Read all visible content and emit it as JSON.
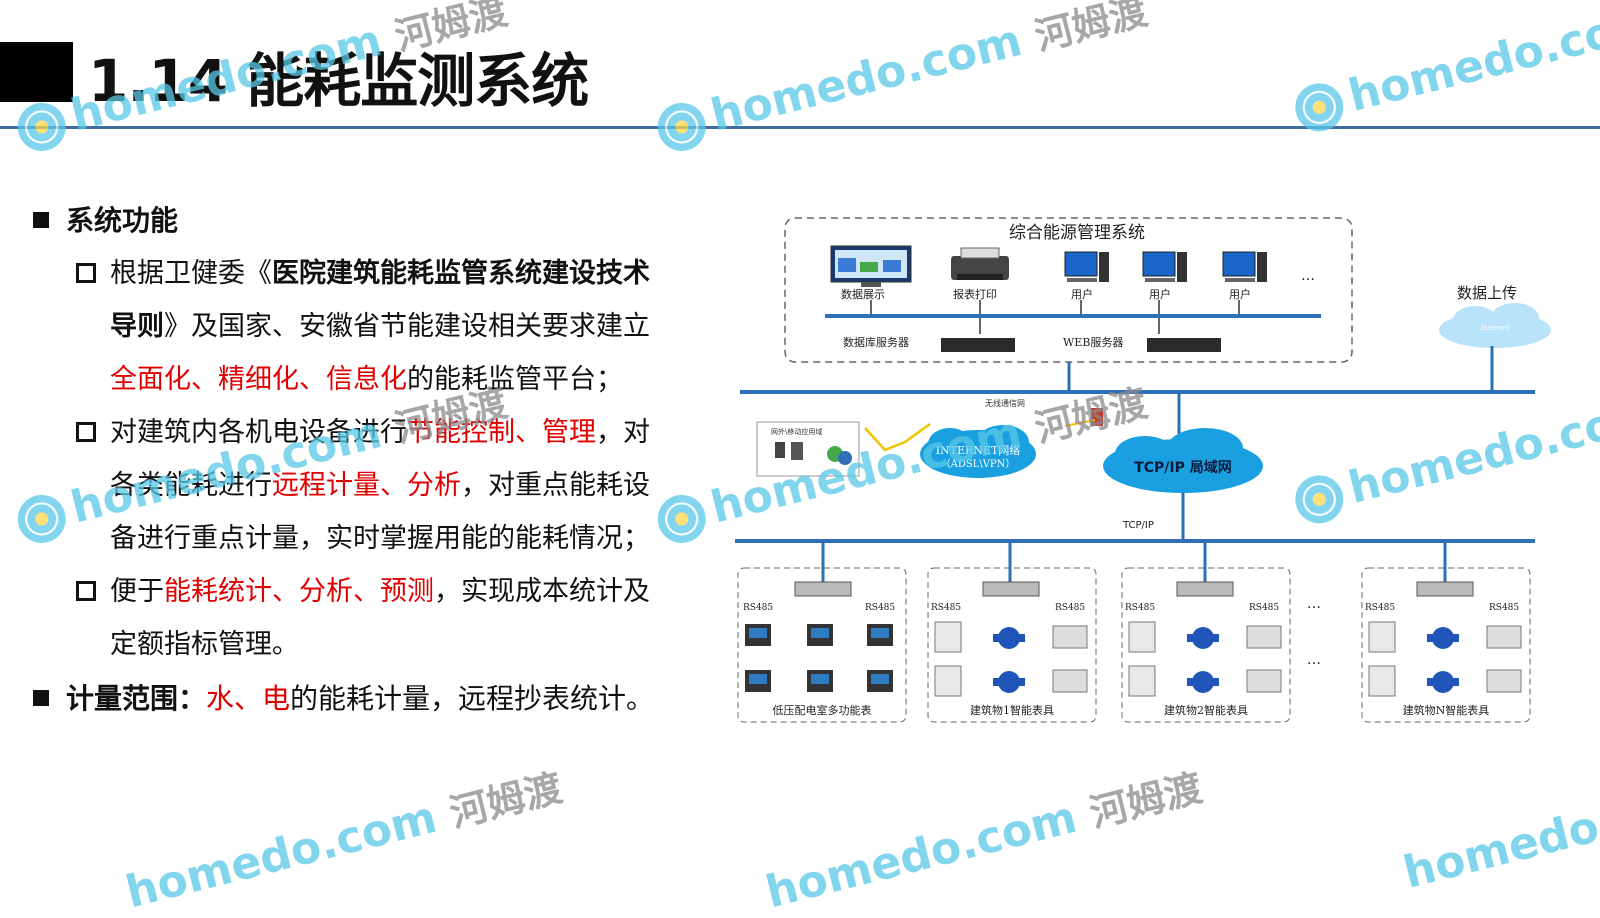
{
  "header": {
    "title": "1.14 能耗监测系统"
  },
  "sections": {
    "function_heading": "系统功能",
    "items": [
      {
        "l1": [
          {
            "t": "根据卫健委《",
            "c": ""
          },
          {
            "t": "医院建筑能耗监管系统建设技术",
            "c": "b"
          }
        ],
        "l2": [
          {
            "t": "导则",
            "c": "b"
          },
          {
            "t": "》及国家、安徽省节能建设相关要求建立",
            "c": ""
          }
        ],
        "l3": [
          {
            "t": "全面化、精细化、信息化",
            "c": "red"
          },
          {
            "t": "的能耗监管平台；",
            "c": ""
          }
        ]
      },
      {
        "l1": [
          {
            "t": "对建筑内各机电设备进行",
            "c": ""
          },
          {
            "t": "节能控制、管理",
            "c": "red"
          },
          {
            "t": "，对",
            "c": ""
          }
        ],
        "l2": [
          {
            "t": "各类能耗进行",
            "c": ""
          },
          {
            "t": "远程计量、分析",
            "c": "red"
          },
          {
            "t": "，对重点能耗设",
            "c": ""
          }
        ],
        "l3": [
          {
            "t": "备进行重点计量，实时掌握用能的能耗情况；",
            "c": ""
          }
        ]
      },
      {
        "l1": [
          {
            "t": "便于",
            "c": ""
          },
          {
            "t": "能耗统计、分析、预测",
            "c": "red"
          },
          {
            "t": "，实现成本统计及",
            "c": ""
          }
        ],
        "l2": [
          {
            "t": "定额指标管理。",
            "c": ""
          }
        ]
      }
    ],
    "scope": [
      {
        "t": "计量范围：",
        "c": "b"
      },
      {
        "t": "水、电",
        "c": "red"
      },
      {
        "t": "的能耗计量，远程抄表统计。",
        "c": ""
      }
    ]
  },
  "diagram": {
    "mgmt_title": "综合能源管理系统",
    "devices": [
      "数据展示",
      "报表打印",
      "用户",
      "用户",
      "用户"
    ],
    "ellipsis": "…",
    "servers": [
      "数据库服务器",
      "WEB服务器"
    ],
    "upload": "数据上传",
    "internet_small": "Internet",
    "wireless": "无线通信网",
    "mobile": "网外\\移动应用域",
    "internet_net": [
      "INTERNET网络",
      "（ADSL\\VPN）"
    ],
    "lan": "TCP/IP 局域网",
    "tcpip": "TCP/IP",
    "rs485": "RS485",
    "groups": [
      "低压配电室多功能表",
      "建筑物1智能表具",
      "建筑物2智能表具",
      "建筑物N智能表具"
    ]
  },
  "watermark": {
    "brand": "homedo.com",
    "cn": "河姆渡"
  },
  "colors": {
    "accent_red": "#e00000",
    "rule_blue": "#3e6d9e",
    "cloud_blue": "#1aa0e0",
    "watermark": "#58c8e6"
  }
}
